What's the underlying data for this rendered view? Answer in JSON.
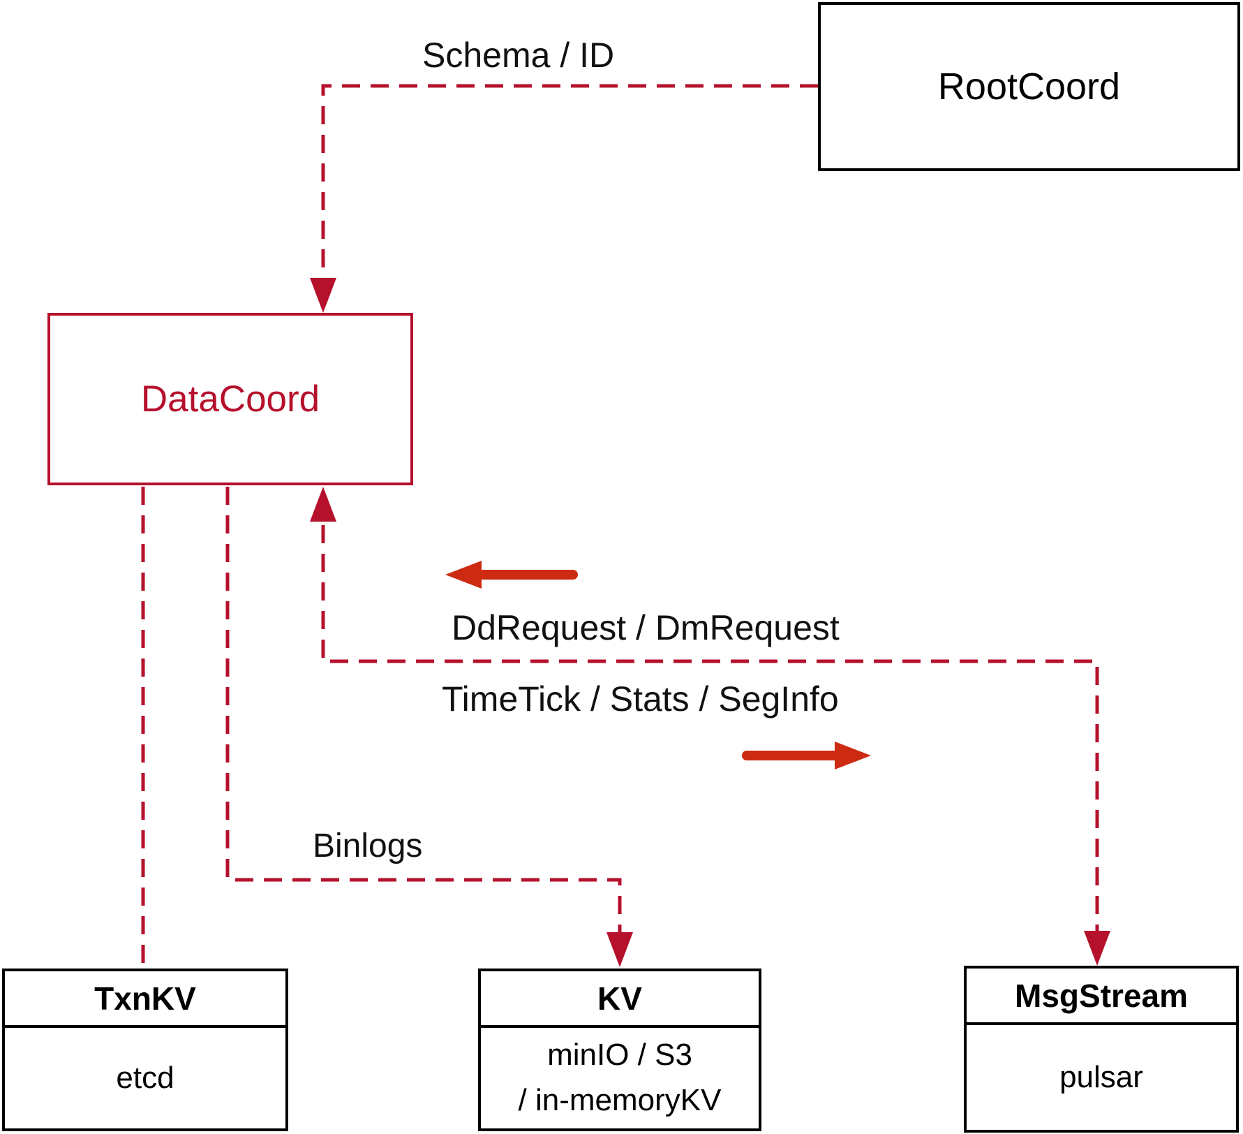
{
  "diagram": {
    "nodes": {
      "root_coord": {
        "label": "RootCoord"
      },
      "data_coord": {
        "label": "DataCoord"
      },
      "txn_kv": {
        "title": "TxnKV",
        "body": "etcd"
      },
      "kv": {
        "title": "KV",
        "body_line1": "minIO / S3",
        "body_line2": "/ in-memoryKV"
      },
      "msg_stream": {
        "title": "MsgStream",
        "body": "pulsar"
      }
    },
    "edges": {
      "schema_id": {
        "label": "Schema / ID",
        "from": "RootCoord",
        "to": "DataCoord",
        "style": "dashed-arrow"
      },
      "dd_dm_request": {
        "label": "DdRequest / DmRequest",
        "to": "DataCoord",
        "style": "dashed-arrow"
      },
      "timetick_stats_seginfo": {
        "label": "TimeTick / Stats / SegInfo",
        "to": "MsgStream",
        "style": "dashed-arrow"
      },
      "binlogs": {
        "label": "Binlogs",
        "from": "DataCoord",
        "to": "KV",
        "style": "dashed-arrow"
      },
      "datacoord_txnkv": {
        "label": "",
        "from": "DataCoord",
        "to": "TxnKV",
        "style": "dashed"
      }
    },
    "colors": {
      "dashed_line_red": "#b5112c",
      "datacoord_red": "#b5112c",
      "solid_arrow_red": "#cd2a12",
      "box_border_black": "#000000",
      "label_black": "#111111",
      "background": "#ffffff"
    }
  }
}
